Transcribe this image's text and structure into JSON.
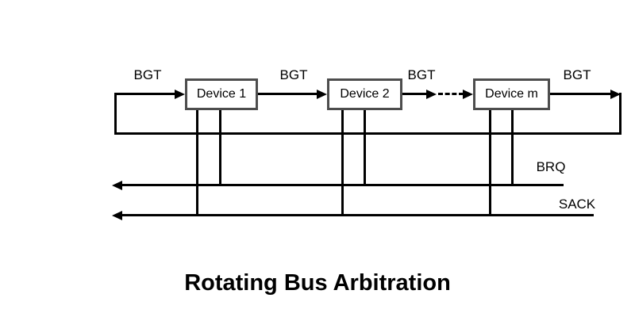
{
  "diagram": {
    "title": "Rotating Bus Arbitration",
    "devices": [
      {
        "label": "Device 1"
      },
      {
        "label": "Device 2"
      },
      {
        "label": "Device m"
      }
    ],
    "bgt_labels": [
      "BGT",
      "BGT",
      "BGT",
      "BGT"
    ],
    "bus_lines": {
      "bus_request_label": "BRQ",
      "select_acknowledge_label": "SACK"
    },
    "colors": {
      "line": "#000000",
      "box_border": "#4d4d4d",
      "background": "#ffffff",
      "text": "#000000"
    }
  }
}
